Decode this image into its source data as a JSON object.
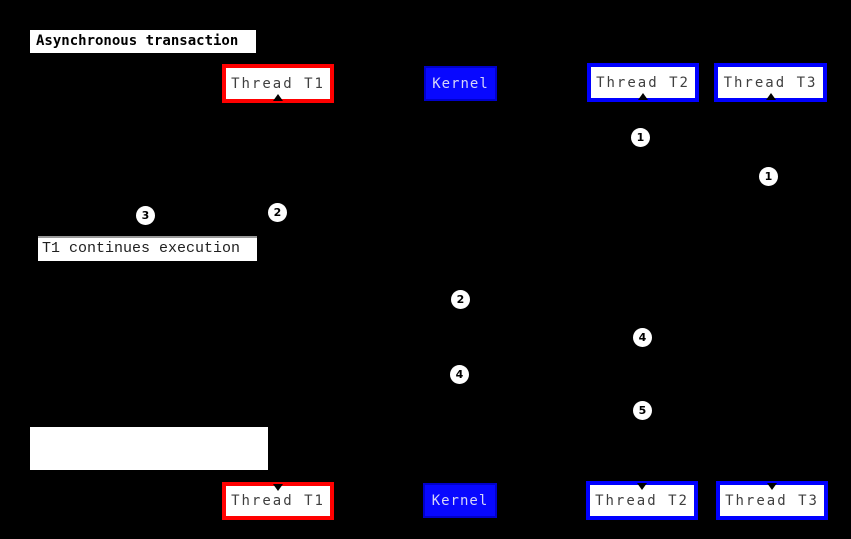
{
  "diagram": {
    "title": "Asynchronous transaction",
    "actors": [
      {
        "id": "thread-t1",
        "label": "Thread T1",
        "kind": "thread",
        "accent": "#ff0000"
      },
      {
        "id": "kernel",
        "label": "Kernel",
        "kind": "kernel",
        "accent": "#0000ff"
      },
      {
        "id": "thread-t2",
        "label": "Thread T2",
        "kind": "thread",
        "accent": "#0000ff"
      },
      {
        "id": "thread-t3",
        "label": "Thread T3",
        "kind": "thread",
        "accent": "#0000ff"
      }
    ],
    "steps": [
      {
        "n": "1"
      },
      {
        "n": "1"
      },
      {
        "n": "3"
      },
      {
        "n": "2"
      },
      {
        "n": "2"
      },
      {
        "n": "4"
      },
      {
        "n": "4"
      },
      {
        "n": "5"
      }
    ],
    "note": "T1 continues execution",
    "colors": {
      "background": "#000000",
      "box_fill": "#ffffff",
      "t1_accent": "#ff0000",
      "thread_accent": "#0000ff",
      "kernel_fill": "#0808ff",
      "actor_text": "#3f3f3f",
      "kernel_text": "#d6d6f8",
      "step_fill": "#ffffff",
      "step_text": "#000000"
    }
  }
}
